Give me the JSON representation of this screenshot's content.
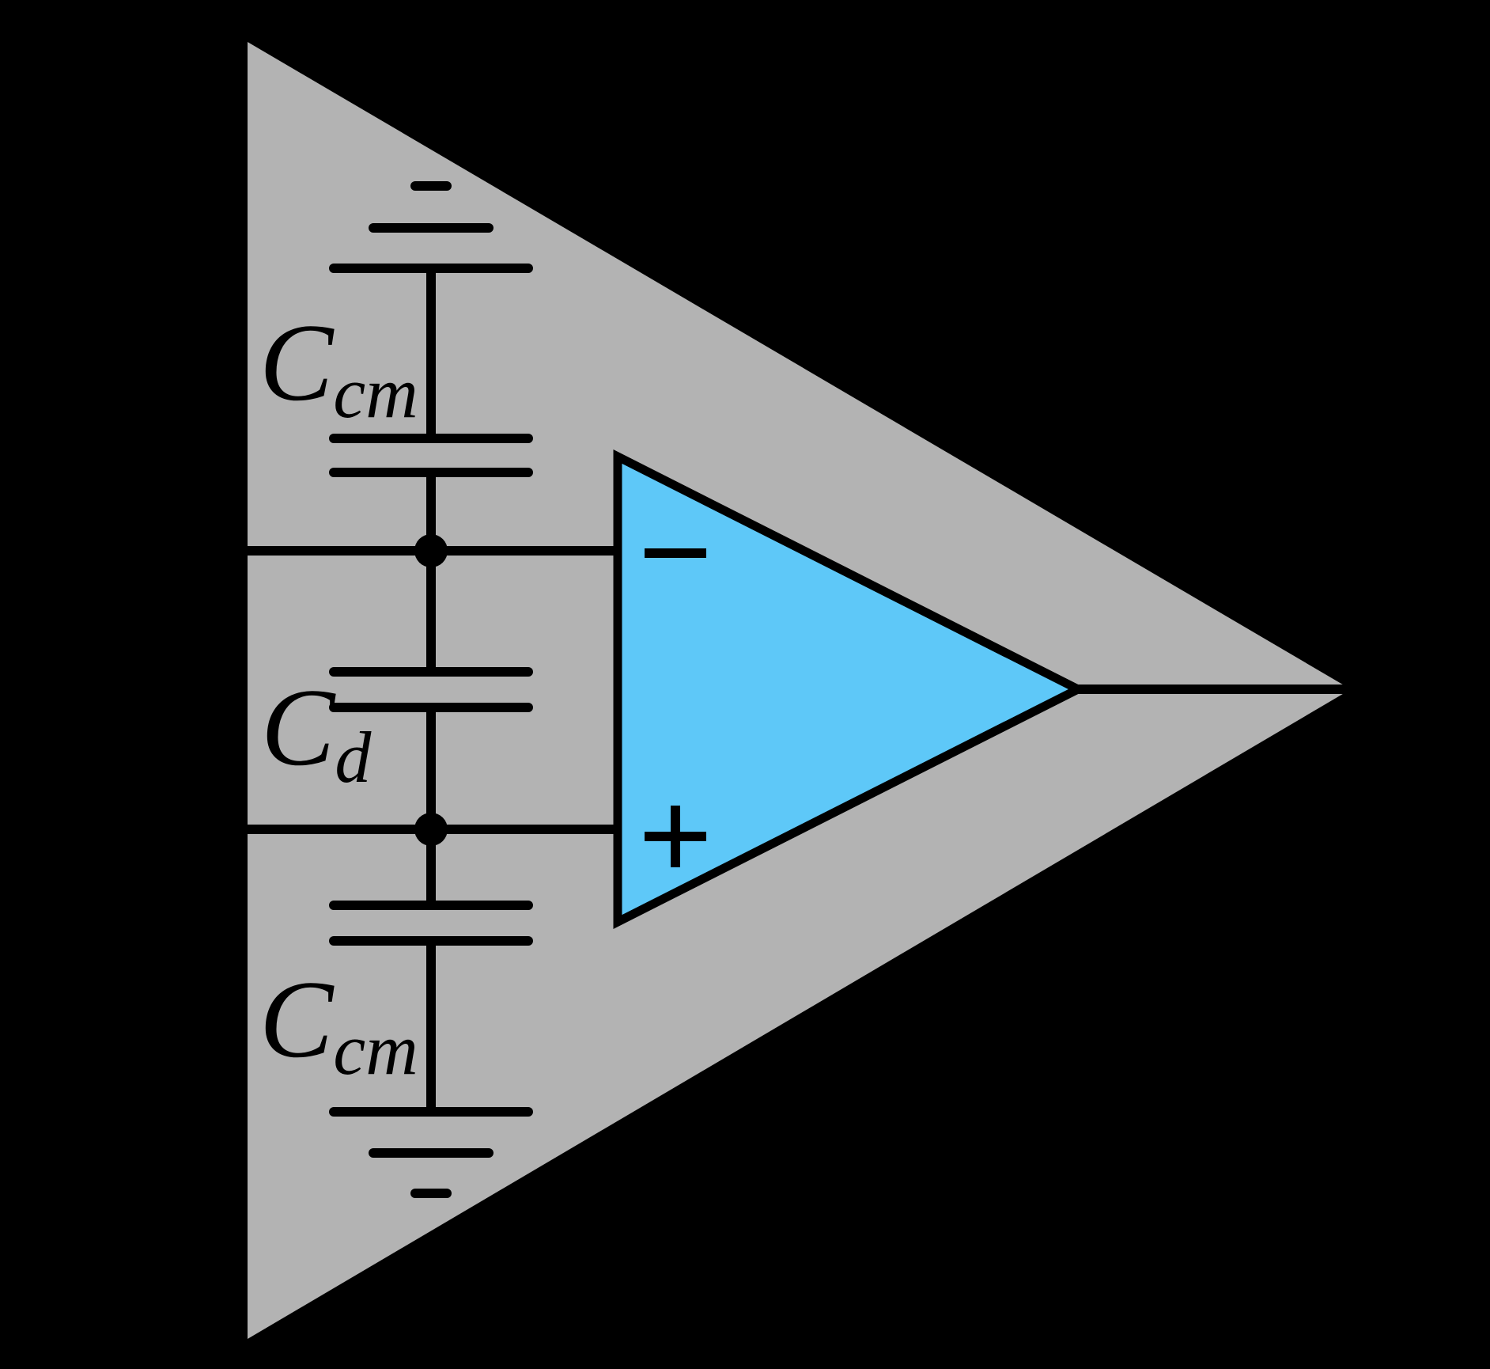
{
  "colors": {
    "background": "#000000",
    "outer_triangle_gray": "#b3b3b3",
    "opamp_fill_blue": "#5ec8f8",
    "stroke_black": "#000000"
  },
  "labels": {
    "cap_cm_top": {
      "main": "C",
      "sub": "cm"
    },
    "cap_d": {
      "main": "C",
      "sub": "d"
    },
    "cap_cm_bottom": {
      "main": "C",
      "sub": "cm"
    }
  },
  "symbols": {
    "inverting_input": "−",
    "noninverting_input": "+"
  }
}
